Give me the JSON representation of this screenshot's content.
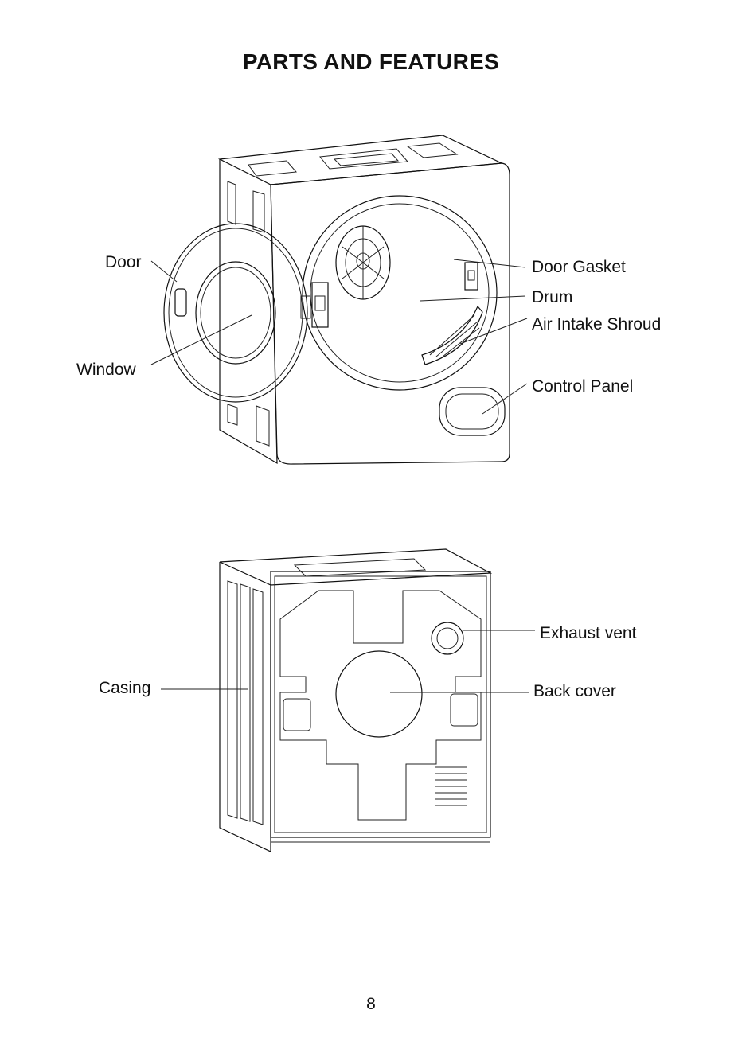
{
  "page": {
    "title": "PARTS AND FEATURES",
    "page_number": "8"
  },
  "front_view": {
    "labels": {
      "door": "Door",
      "window": "Window",
      "door_gasket": "Door Gasket",
      "drum": "Drum",
      "air_intake_shroud": "Air Intake Shroud",
      "control_panel": "Control Panel"
    }
  },
  "back_view": {
    "labels": {
      "casing": "Casing",
      "exhaust_vent": "Exhaust vent",
      "back_cover": "Back cover"
    }
  }
}
